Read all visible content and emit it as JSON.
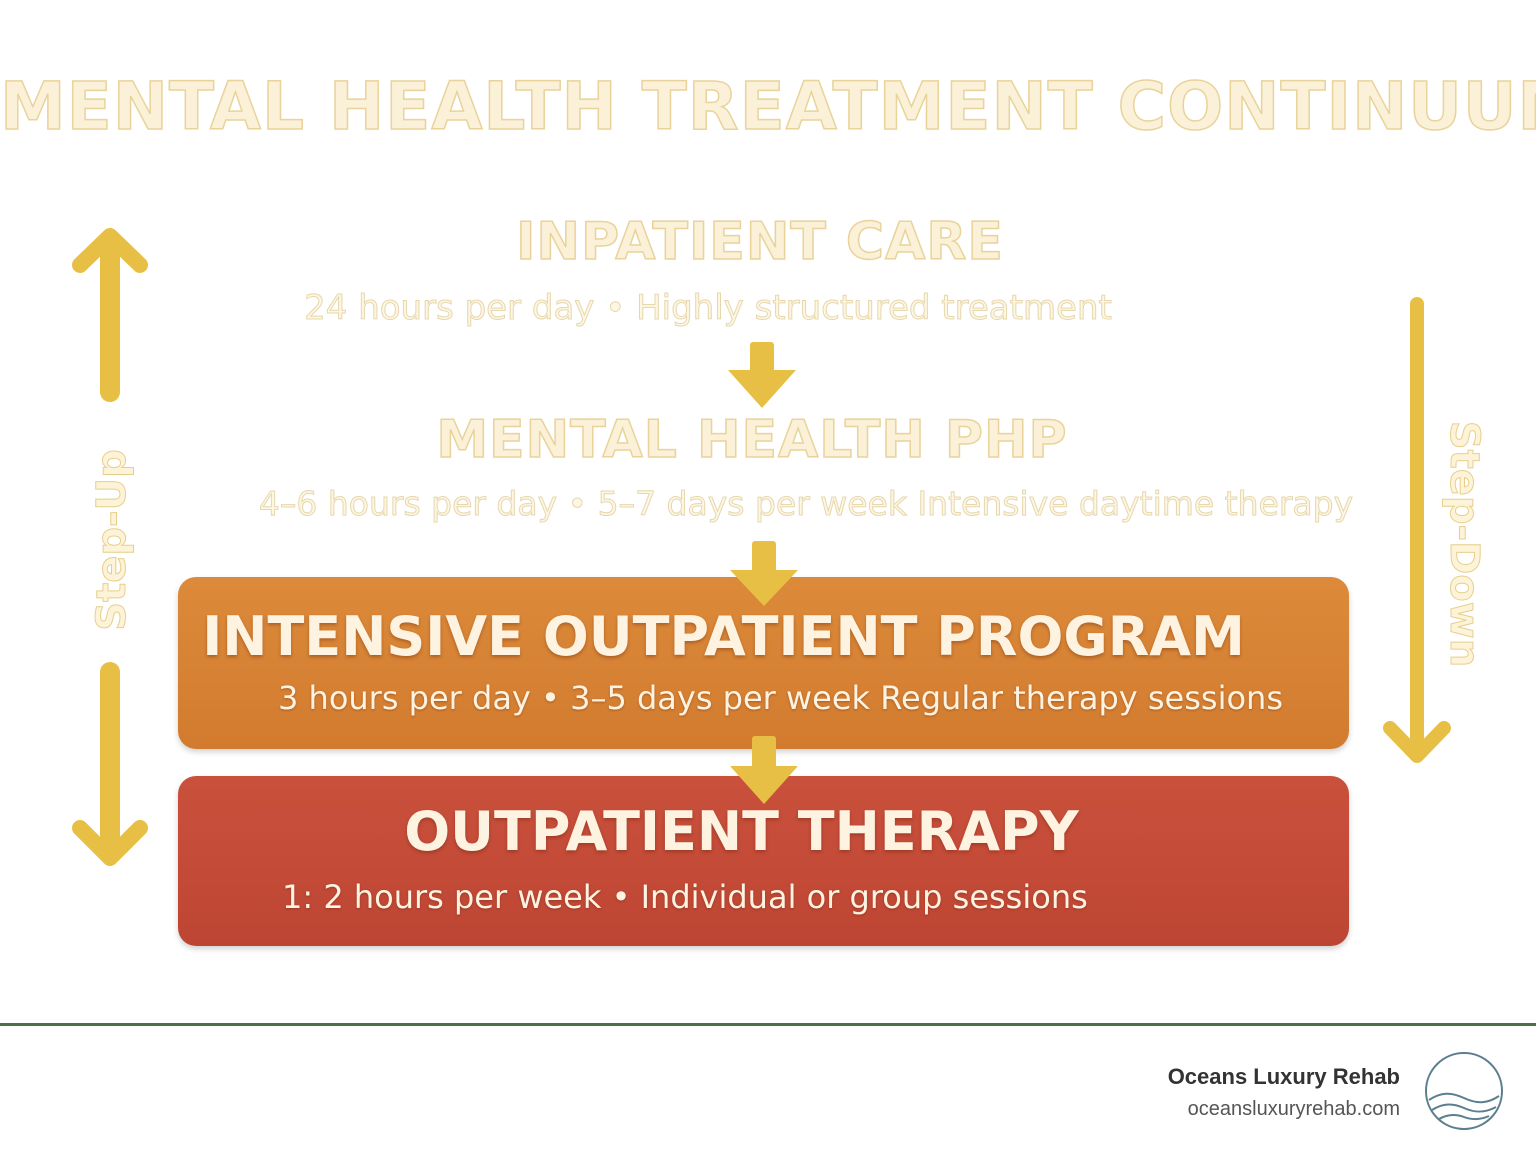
{
  "title": "MENTAL HEALTH TREATMENT CONTINUUM",
  "levels": [
    {
      "title": "INPATIENT CARE",
      "description": "24 hours per day  •  Highly structured treatment"
    },
    {
      "title": "MENTAL HEALTH PHP",
      "description": "4–6 hours per day  •  5–7 days per week    Intensive daytime therapy"
    },
    {
      "title": "INTENSIVE OUTPATIENT PROGRAM",
      "description": "3 hours per day  •  3–5 days per week    Regular therapy sessions",
      "color": "#d6812f"
    },
    {
      "title": "OUTPATIENT THERAPY",
      "description": "1: 2 hours per week  •  Individual or group sessions",
      "color": "#c24a36"
    }
  ],
  "side_labels": {
    "step_up": "Step-Up",
    "step_down": "Step-Down"
  },
  "colors": {
    "arrow": "#e8bf45",
    "footer_line": "#4c7048",
    "logo_line": "#5b7f8f"
  },
  "footer": {
    "brand": "Oceans Luxury Rehab",
    "url": "oceansluxuryrehab.com",
    "logo_icon": "wave-circle-logo-icon"
  }
}
